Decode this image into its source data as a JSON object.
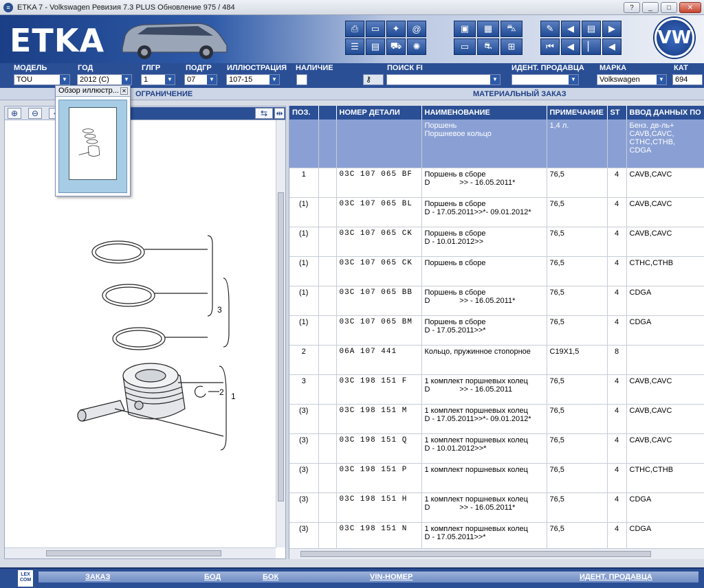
{
  "window": {
    "title": "ETKA 7 - Volkswagen Ревизия 7.3 PLUS Обновление 975 / 484",
    "buttons": [
      "?",
      "_",
      "□",
      "✕"
    ]
  },
  "banner": {
    "logo": "ETKA",
    "brand_icon": "VW"
  },
  "filters": {
    "labels": {
      "model": "МОДЕЛЬ",
      "year": "ГОД",
      "mg": "ГЛГР",
      "sg": "ПОДГР",
      "illus": "ИЛЛЮСТРАЦИЯ",
      "avail": "НАЛИЧИЕ",
      "search": "ПОИСК FI",
      "dealer": "ИДЕНТ. ПРОДАВЦА",
      "brand": "МАРКА",
      "cat": "КАТ"
    },
    "values": {
      "model": "TOU",
      "year": "2012 (С)",
      "mg": "1",
      "sg": "07",
      "illus": "107-15",
      "brand": "Volkswagen",
      "cat": "694"
    }
  },
  "subbar": {
    "restriction": "ОГРАНИЧЕНИЕ",
    "material_order": "МАТЕРИАЛЬНЫЙ ЗАКАЗ"
  },
  "overview": {
    "title": "Обзор иллюстр..."
  },
  "drawing_labels": {
    "l1": "1",
    "l2": "2",
    "l3": "3"
  },
  "table": {
    "headers": [
      "ПОЗ.",
      "",
      "НОМЕР ДЕТАЛИ",
      "НАИМЕНОВАНИЕ",
      "ПРИМЕЧАНИЕ",
      "ST",
      "ВВОД ДАННЫХ ПО"
    ],
    "group": {
      "name": "Поршень\nПоршневое кольцо",
      "note": "1,4 л.",
      "data": "Бенз. дв-ль+\nCAVB,CAVC,\nCTHC,CTHB,\nCDGA"
    },
    "rows": [
      {
        "pos": "1",
        "pn": "03C 107 065 BF",
        "name": "Поршень в сборе\nD              >> - 16.05.2011*",
        "note": "76,5",
        "st": "4",
        "data": "CAVB,CAVC"
      },
      {
        "pos": "(1)",
        "pn": "03C 107 065 BL",
        "name": "Поршень в сборе\nD - 17.05.2011>>*- 09.01.2012*",
        "note": "76,5",
        "st": "4",
        "data": "CAVB,CAVC"
      },
      {
        "pos": "(1)",
        "pn": "03C 107 065 CK",
        "name": "Поршень в сборе\nD - 10.01.2012>>",
        "note": "76,5",
        "st": "4",
        "data": "CAVB,CAVC"
      },
      {
        "pos": "(1)",
        "pn": "03C 107 065 CK",
        "name": "Поршень в сборе",
        "note": "76,5",
        "st": "4",
        "data": "CTHC,CTHB"
      },
      {
        "pos": "(1)",
        "pn": "03C 107 065 BB",
        "name": "Поршень в сборе\nD              >> - 16.05.2011*",
        "note": "76,5",
        "st": "4",
        "data": "CDGA"
      },
      {
        "pos": "(1)",
        "pn": "03C 107 065 BM",
        "name": "Поршень в сборе\nD - 17.05.2011>>*",
        "note": "76,5",
        "st": "4",
        "data": "CDGA"
      },
      {
        "pos": "2",
        "pn": "06A 107 441",
        "name": "Кольцо, пружинное стопорное",
        "note": "C19X1,5",
        "st": "8",
        "data": ""
      },
      {
        "pos": "3",
        "pn": "03C 198 151 F",
        "name": "1 комплект поршневых колец\nD              >> - 16.05.2011",
        "note": "76,5",
        "st": "4",
        "data": "CAVB,CAVC"
      },
      {
        "pos": "(3)",
        "pn": "03C 198 151 M",
        "name": "1 комплект поршневых колец\nD - 17.05.2011>>*- 09.01.2012*",
        "note": "76,5",
        "st": "4",
        "data": "CAVB,CAVC"
      },
      {
        "pos": "(3)",
        "pn": "03C 198 151 Q",
        "name": "1 комплект поршневых колец\nD - 10.01.2012>>*",
        "note": "76,5",
        "st": "4",
        "data": "CAVB,CAVC"
      },
      {
        "pos": "(3)",
        "pn": "03C 198 151 P",
        "name": "1 комплект поршневых колец",
        "note": "76,5",
        "st": "4",
        "data": "CTHC,CTHB"
      },
      {
        "pos": "(3)",
        "pn": "03C 198 151 H",
        "name": "1 комплект поршневых колец\nD              >> - 16.05.2011*",
        "note": "76,5",
        "st": "4",
        "data": "CDGA"
      },
      {
        "pos": "(3)",
        "pn": "03C 198 151 N",
        "name": "1 комплект поршневых колец\nD - 17.05.2011>>*",
        "note": "76,5",
        "st": "4",
        "data": "CDGA"
      }
    ]
  },
  "bottom": {
    "lexcom": "LEX COM",
    "order": "ЗАКАЗ",
    "bod": "БОД",
    "bok": "БОК",
    "vin": "VIN-НОМЕР",
    "dealer": "ИДЕНТ. ПРОДАВЦА"
  }
}
